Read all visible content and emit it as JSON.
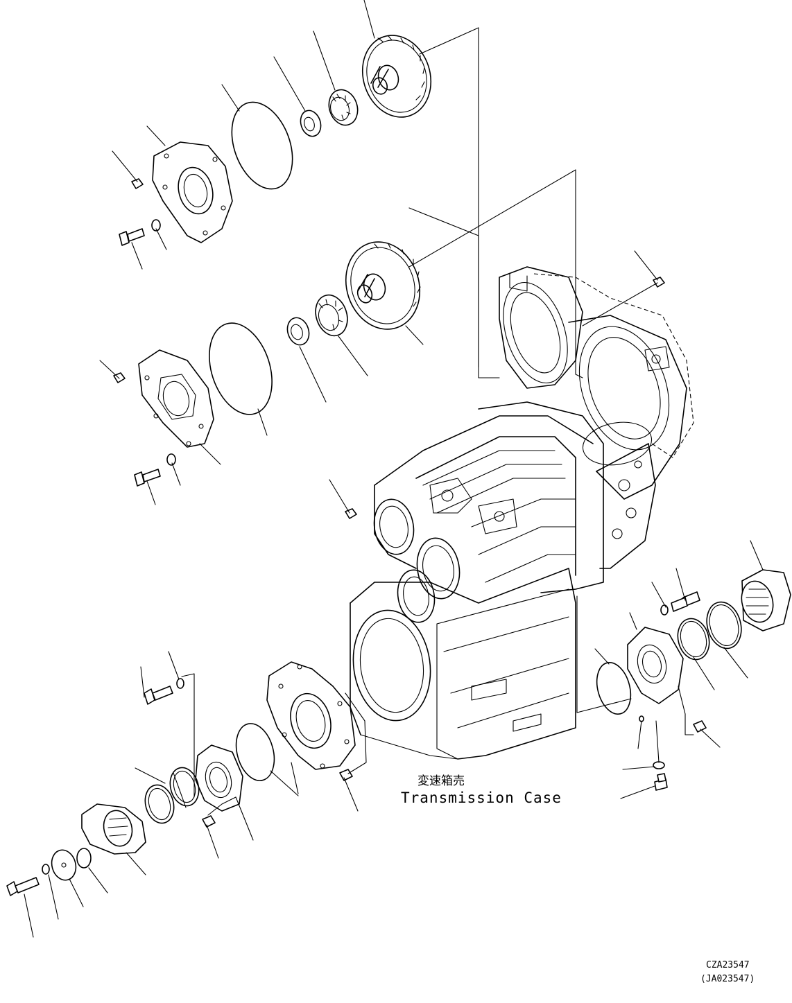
{
  "diagram": {
    "caption_cn": "変速箱売",
    "caption_en": "Transmission Case",
    "code_main": "CZA23547",
    "code_sub": "(JA023547)"
  }
}
